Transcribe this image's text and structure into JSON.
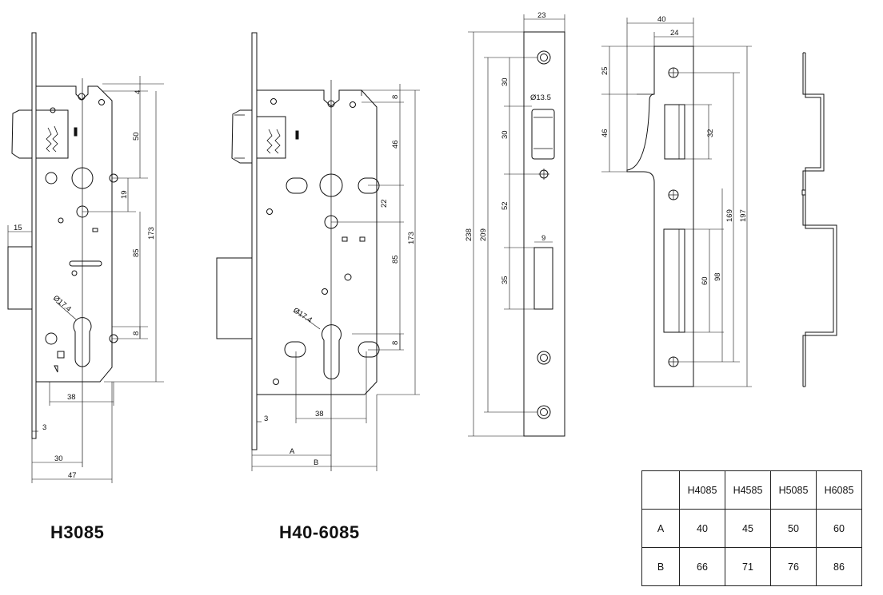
{
  "models": {
    "left": "H3085",
    "right": "H40-6085"
  },
  "dimensions": {
    "left": {
      "d4": "4",
      "d50": "50",
      "d19": "19",
      "d173": "173",
      "d85": "85",
      "d8": "8",
      "d15": "15",
      "dia": "Ø17.4",
      "d38": "38",
      "d3": "3",
      "d30": "30",
      "d47": "47"
    },
    "right": {
      "d8a": "8",
      "d46": "46",
      "d22": "22",
      "d173": "173",
      "d85": "85",
      "d8b": "8",
      "dia": "Ø17.4",
      "d3": "3",
      "d38": "38",
      "A": "A",
      "B": "B"
    },
    "faceplate": {
      "d23": "23",
      "d30a": "30",
      "d13": "Ø13.5",
      "d30b": "30",
      "d52": "52",
      "d9": "9",
      "d35": "35",
      "d238": "238",
      "d209": "209"
    },
    "strike": {
      "d40": "40",
      "d24": "24",
      "d25": "25",
      "d46": "46",
      "d32": "32",
      "d60": "60",
      "d98": "98",
      "d169": "169",
      "d197": "197"
    }
  },
  "spec_table": {
    "header": [
      "",
      "H4085",
      "H4585",
      "H5085",
      "H6085"
    ],
    "rows": [
      [
        "A",
        "40",
        "45",
        "50",
        "60"
      ],
      [
        "B",
        "66",
        "71",
        "76",
        "86"
      ]
    ]
  }
}
